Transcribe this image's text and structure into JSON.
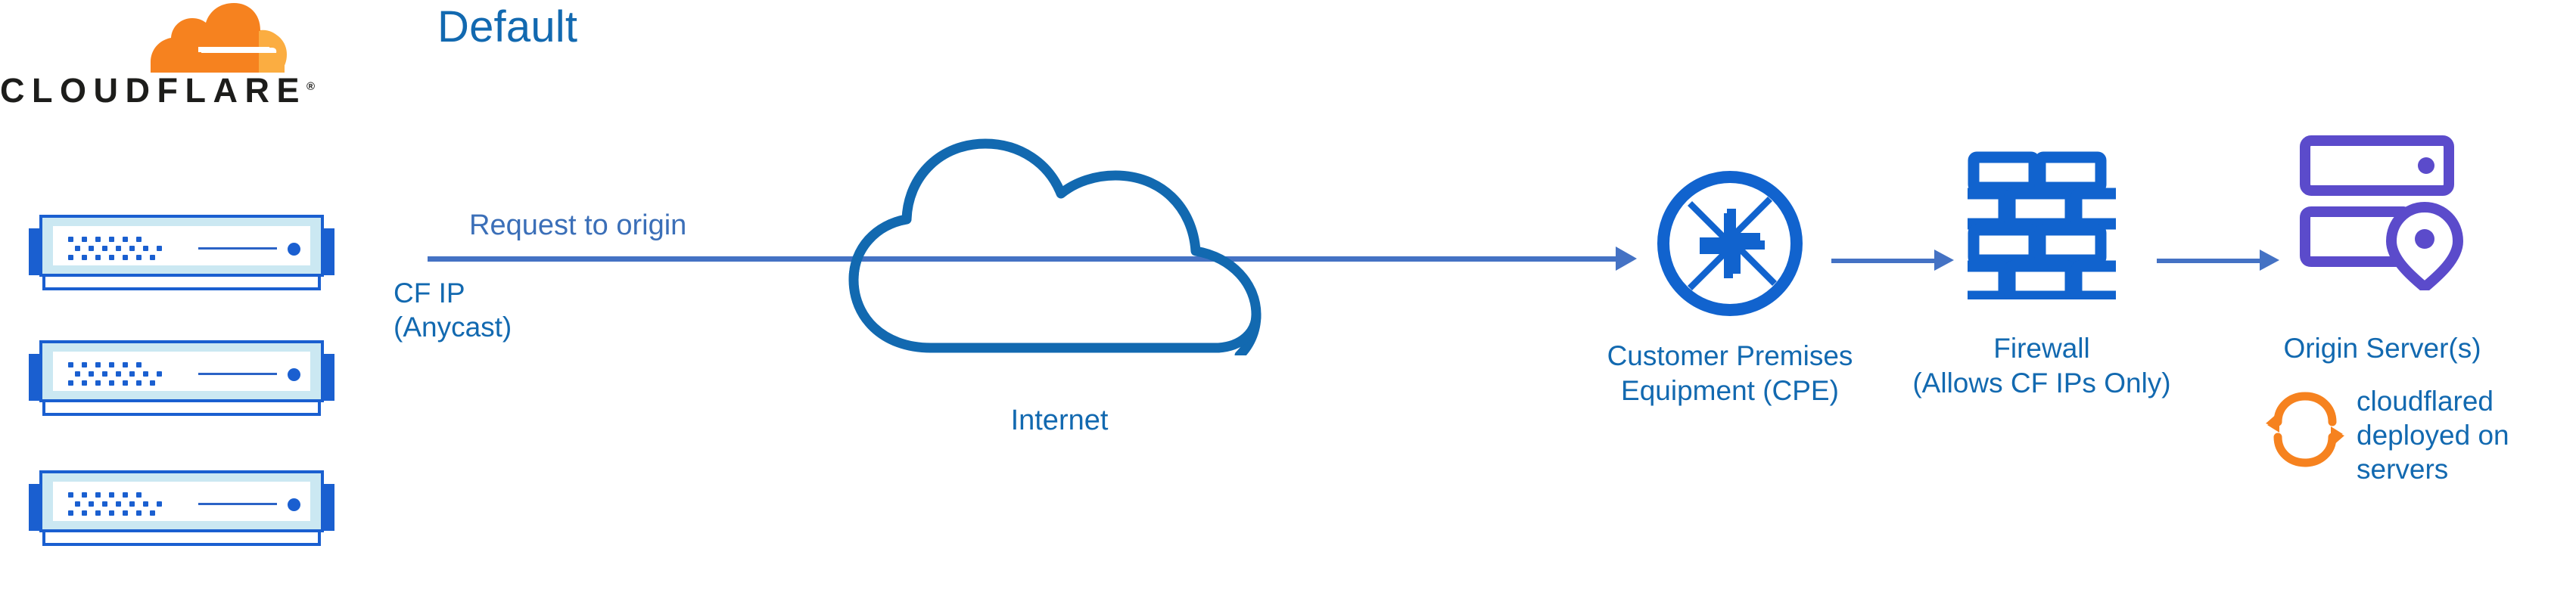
{
  "diagram": {
    "title": "Default",
    "type": "network-architecture-flow",
    "colors": {
      "title_blue": "#1269B0",
      "label_blue": "#1269B0",
      "arrow_blue": "#4472C4",
      "request_label_blue": "#3B6FB8",
      "icon_blue": "#1163CE",
      "rack_border_blue": "#1A5FD0",
      "rack_fill_cyan": "#CBE8F2",
      "origin_purple": "#5B4BCB",
      "cloudflare_orange": "#F6821F",
      "cloudflare_orange_light": "#FBAD41",
      "wordmark_black": "#1D1D1B"
    }
  },
  "cloudflare_logo": {
    "wordmark": "CLOUDFLARE",
    "registered_mark": "®",
    "icon_name": "cloudflare-cloud-logo"
  },
  "edge": {
    "rack_count": 3,
    "rack_name": "cloudflare-edge-server-rack",
    "ip_label_line1": "CF IP",
    "ip_label_line2": "(Anycast)"
  },
  "flow": {
    "request_label": "Request to origin",
    "arrows": [
      {
        "name": "arrow-edge-to-cpe",
        "from": "cloudflare-edge",
        "to": "customer-premises-equipment"
      },
      {
        "name": "arrow-cpe-to-firewall",
        "from": "customer-premises-equipment",
        "to": "firewall"
      },
      {
        "name": "arrow-firewall-to-origin",
        "from": "firewall",
        "to": "origin-server"
      }
    ]
  },
  "internet": {
    "label": "Internet",
    "icon_name": "internet-cloud-icon"
  },
  "nodes": [
    {
      "id": "cpe",
      "icon_name": "router-arrows-icon",
      "label_line1": "Customer Premises",
      "label_line2": "Equipment (CPE)"
    },
    {
      "id": "firewall",
      "icon_name": "brick-wall-icon",
      "label_line1": "Firewall",
      "label_line2": "(Allows CF IPs Only)"
    },
    {
      "id": "origin",
      "icon_name": "server-stack-pin-icon",
      "label_line1": "Origin Server(s)",
      "label_line2": ""
    }
  ],
  "cloudflared": {
    "icon_name": "sync-arrows-icon",
    "text_line1": "cloudflared",
    "text_line2": "deployed on",
    "text_line3": "servers"
  }
}
